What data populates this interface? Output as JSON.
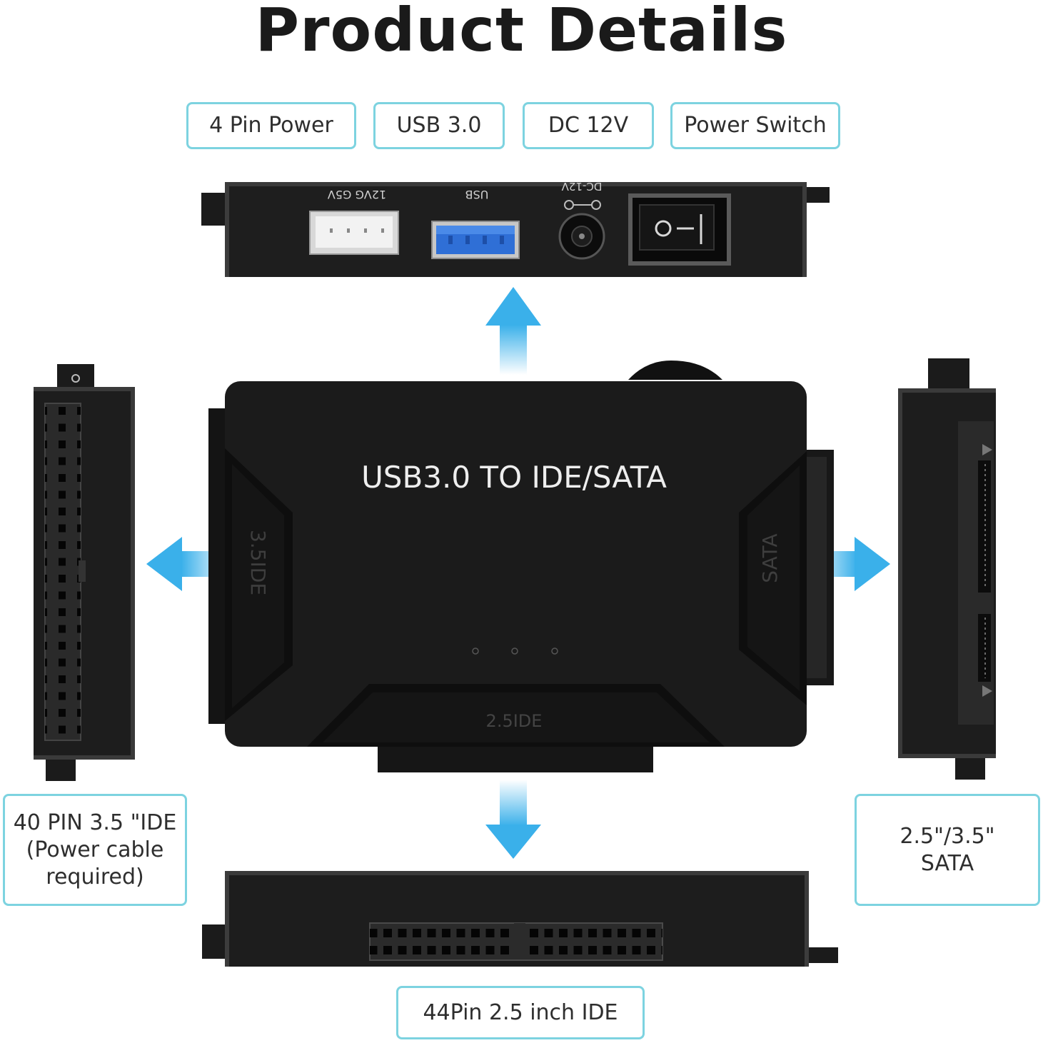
{
  "title": "Product Details",
  "top_labels": [
    "4 Pin Power",
    "USB 3.0",
    "DC 12V",
    "Power Switch"
  ],
  "left_label": [
    "40 PIN 3.5 \"IDE",
    "(Power cable",
    "required)"
  ],
  "right_label": [
    "2.5\"/3.5\"",
    "SATA"
  ],
  "bottom_label": "44Pin 2.5 inch IDE",
  "device": {
    "main_text": "USB3.0 TO IDE/SATA",
    "left_port_text": "3.5IDE",
    "right_port_text": "SATA",
    "bottom_port_text": "2.5IDE",
    "top_port_labels": [
      "12VG G5V",
      "USB",
      "DC-12V"
    ]
  },
  "colors": {
    "label_border": "#7dd3e0",
    "arrow": "#3ab0ea",
    "usb_blue": "#2f6fd6",
    "device": "#1b1b1b"
  },
  "icons": [
    "up-arrow-icon",
    "down-arrow-icon",
    "left-arrow-icon",
    "right-arrow-icon",
    "power-switch-icon"
  ]
}
